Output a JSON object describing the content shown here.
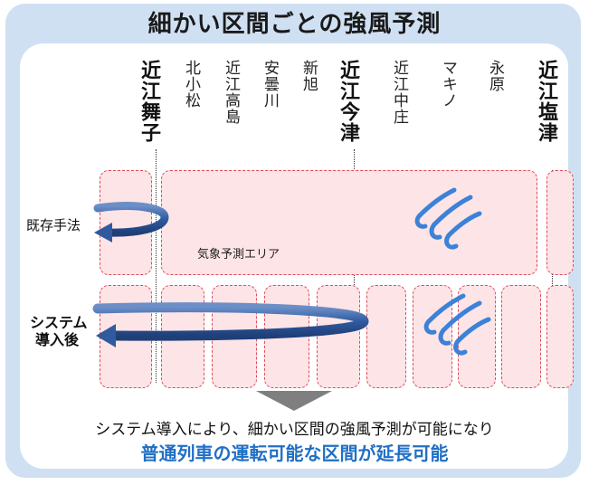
{
  "title": "細かい区間ごとの強風予測",
  "stations": [
    {
      "name": "近江舞子",
      "major": true
    },
    {
      "name": "北小松",
      "major": false
    },
    {
      "name": "近江高島",
      "major": false
    },
    {
      "name": "安曇川",
      "major": false
    },
    {
      "name": "新旭",
      "major": false
    },
    {
      "name": "近江今津",
      "major": true
    },
    {
      "name": "近江中庄",
      "major": false
    },
    {
      "name": "マキノ",
      "major": false
    },
    {
      "name": "永原",
      "major": false
    },
    {
      "name": "近江塩津",
      "major": true
    }
  ],
  "rows": {
    "existing_label": "既存手法",
    "system_label_line1": "システム",
    "system_label_line2": "導入後",
    "area_label": "気象予測エリア"
  },
  "caption": {
    "line1": "システム導入により、細かい区間の強風予測が可能になり",
    "line2": "普通列車の運転可能な区間が延長可能"
  },
  "colors": {
    "frame": "#cfe0f3",
    "box_fill": "#fde4e6",
    "box_border": "#e24b59",
    "arrow": "#2f5a9e",
    "wind_icon": "#3b82d8",
    "highlight_text": "#1f6fc5"
  },
  "icons": [
    "wind-icon",
    "wind-icon"
  ]
}
